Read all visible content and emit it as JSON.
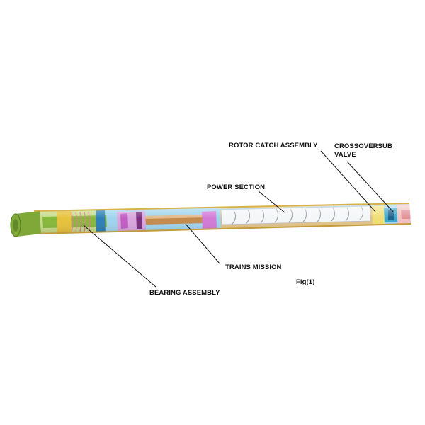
{
  "diagram": {
    "labels": {
      "rotor_catch": "ROTOR CATCH ASSEMBLY",
      "crossover_line1": "CROSSOVERSUB",
      "crossover_line2": "VALVE",
      "power_section": "POWER SECTION",
      "transmission": "TRAINS MISSION",
      "bearing": "BEARING ASSEMBLY",
      "figure": "Fig(1)"
    },
    "colors": {
      "bit_box": "#7fa838",
      "bearing_housing": "#c7dc8a",
      "bearing_collar": "#e7c23a",
      "outer_housing": "#9fd4ee",
      "transmission_housing": "#d9a5dd",
      "transmission_shaft": "#c58a4a",
      "stator": "#e2c389",
      "rotor": "#f4f6f8",
      "rotor_catch": "#f0dd74",
      "crossover_sub": "#f2c0c0",
      "valve": "#3aa6c8"
    }
  }
}
